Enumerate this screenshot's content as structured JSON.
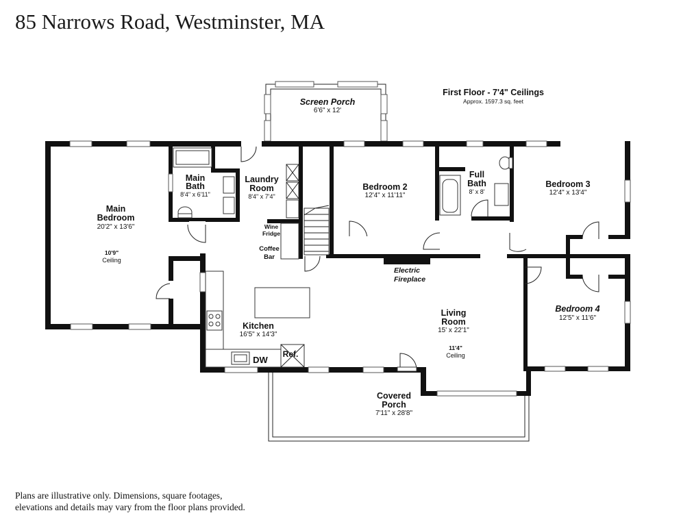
{
  "title": "85 Narrows Road, Westminster, MA",
  "floor": {
    "label": "First Floor - 7'4\" Ceilings",
    "area": "Approx. 1597.3 sq. feet"
  },
  "rooms": {
    "screen_porch": {
      "name": "Screen Porch",
      "dims": "6'6\" x 12'"
    },
    "main_bedroom": {
      "name_line1": "Main",
      "name_line2": "Bedroom",
      "dims": "20'2\" x 13'6\"",
      "ceiling_line1": "10'9\"",
      "ceiling_line2": "Ceiling"
    },
    "main_bath": {
      "name_line1": "Main",
      "name_line2": "Bath",
      "dims": "8'4\" x 6'11\""
    },
    "laundry_room": {
      "name_line1": "Laundry",
      "name_line2": "Room",
      "dims": "8'4\" x 7'4\""
    },
    "bedroom_2": {
      "name": "Bedroom 2",
      "dims": "12'4\" x 11'11\""
    },
    "full_bath": {
      "name_line1": "Full",
      "name_line2": "Bath",
      "dims": "8' x 8'"
    },
    "bedroom_3": {
      "name": "Bedroom 3",
      "dims": "12'4\" x 13'4\""
    },
    "kitchen": {
      "name": "Kitchen",
      "dims": "16'5\" x 14'3\""
    },
    "living_room": {
      "name_line1": "Living",
      "name_line2": "Room",
      "dims": "15' x 22'1\"",
      "ceiling_line1": "11'4\"",
      "ceiling_line2": "Ceiling"
    },
    "bedroom_4": {
      "name": "Bedroom 4",
      "dims": "12'5\" x 11'6\""
    },
    "covered_porch": {
      "name_line1": "Covered",
      "name_line2": "Porch",
      "dims": "7'11\" x 28'8\""
    }
  },
  "labels": {
    "wine_line1": "Wine",
    "wine_line2": "Fridge",
    "coffee_line1": "Coffee",
    "coffee_line2": "Bar",
    "fireplace_line1": "Electric",
    "fireplace_line2": "Fireplace",
    "dishwasher": "DW",
    "refrigerator": "Ref."
  },
  "disclaimer": {
    "line1": "Plans are illustrative only. Dimensions, square footages,",
    "line2": "elevations and details may vary from the floor plans provided."
  }
}
